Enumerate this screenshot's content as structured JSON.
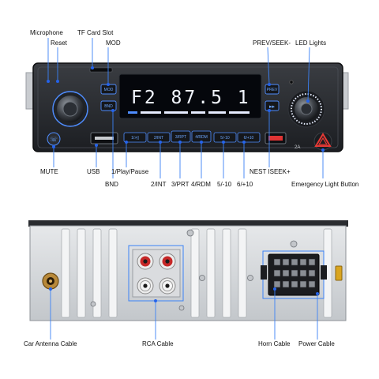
{
  "front_panel": {
    "display_text": "F2 87.5  1",
    "labels": {
      "microphone": "Microphone",
      "reset": "Reset",
      "tf_card_slot": "TF Card Slot",
      "mod": "MOD",
      "prev_seek": "PREV/SEEK-",
      "led_lights": "LED Lights",
      "mute": "MUTE",
      "usb": "USB",
      "play_pause": "1/Play/Pause",
      "bnd": "BND",
      "int": "2/INT",
      "prt": "3/PRT",
      "rdm": "4/RDM",
      "minus10": "5/-10",
      "plus10": "6/+10",
      "next_seek": "NEST ISEEK+",
      "emergency": "Emergency Light Button"
    },
    "button_texts": {
      "mod": "MOD",
      "bnd": "BND",
      "b1": "1/>||",
      "b2": "2/INT",
      "b3": "3/RPT",
      "b4": "4/RDM",
      "b5": "5/-10",
      "b6": "6/+10",
      "right_top": "PREV",
      "current": "2A"
    }
  },
  "back_panel": {
    "labels": {
      "antenna": "Car Antenna Cable",
      "rca": "RCA Cable",
      "horn": "Horn Cable",
      "power": "Power Cable"
    }
  },
  "colors": {
    "callout_line": "#3b82f6",
    "callout_dot": "#2563eb",
    "button_glow": "#4f8dff",
    "display_bg": "#05070c",
    "chassis": "#d4d7db"
  }
}
